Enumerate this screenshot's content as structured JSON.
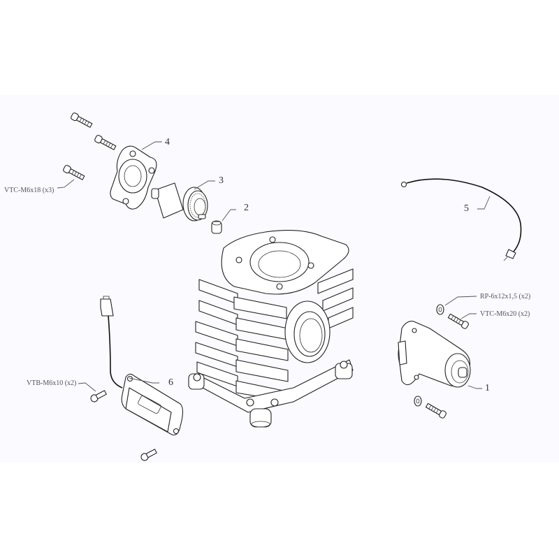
{
  "diagram": {
    "type": "exploded-parts-view",
    "background_color": "#fafaff",
    "line_color": "#222222",
    "parts": [
      {
        "ref": "1",
        "label": "1",
        "name": "starter-motor"
      },
      {
        "ref": "2",
        "label": "2",
        "name": "bushing"
      },
      {
        "ref": "3",
        "label": "3",
        "name": "starter-bendix-gear"
      },
      {
        "ref": "4",
        "label": "4",
        "name": "bendix-cover"
      },
      {
        "ref": "5",
        "label": "5",
        "name": "ground-cable"
      },
      {
        "ref": "6",
        "label": "6",
        "name": "voltage-regulator"
      }
    ],
    "fasteners": [
      {
        "label": "VTC-M6x18 (x3)",
        "name": "cover-screws"
      },
      {
        "label": "RP-6x12x1,5 (x2)",
        "name": "motor-washers"
      },
      {
        "label": "VTC-M6x20 (x2)",
        "name": "motor-screws"
      },
      {
        "label": "VTB-M6x10 (x2)",
        "name": "regulator-screws"
      }
    ],
    "center_part": {
      "name": "crankcase-cylinder-block"
    }
  }
}
